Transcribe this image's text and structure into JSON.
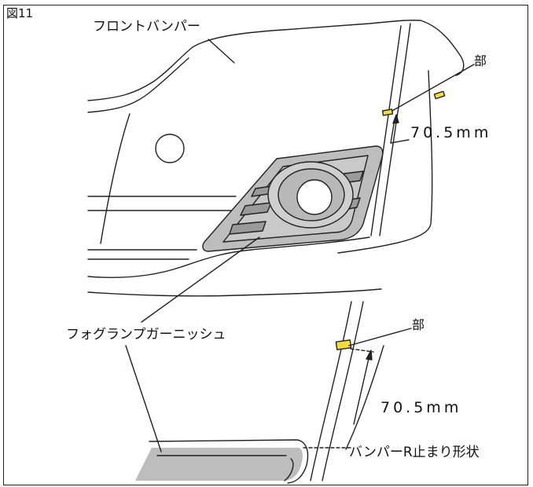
{
  "figure": {
    "number": "図11"
  },
  "labels": {
    "front_bumper": "フロントバンパー",
    "part_top": "部",
    "dimension_top": "70.5mm",
    "fog_lamp_garnish": "フォグランプガーニッシュ",
    "part_bottom": "部",
    "dimension_bottom": "70.5mm",
    "bumper_r_stop_shape": "バンパーR止まり形状"
  },
  "colors": {
    "line": "#222222",
    "marker_yellow": "#f2dd3c",
    "garnish_gray": "#bdbdbd",
    "garnish_dark": "#8c8c8c",
    "lens_gray": "#d4d4d4"
  }
}
